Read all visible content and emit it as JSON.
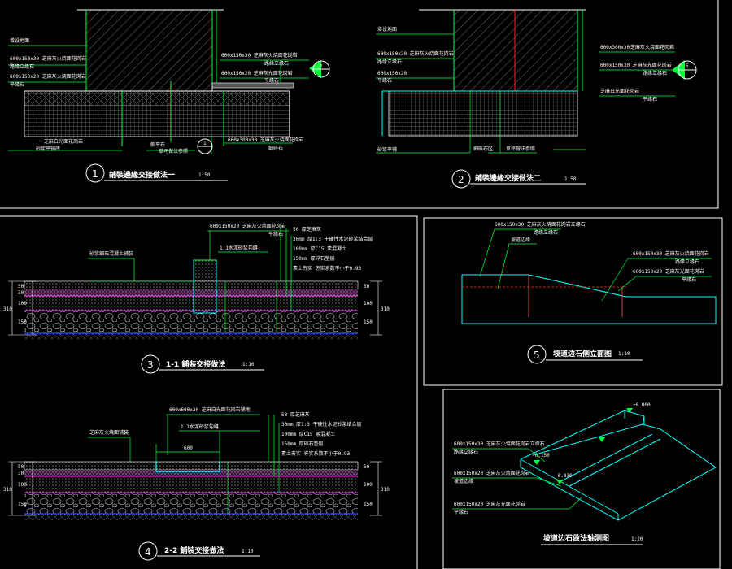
{
  "colors": {
    "bg": "#000000",
    "line": "#ffffff",
    "green": "#00ff3a",
    "cyan": "#00ffff",
    "magenta": "#ff33ff",
    "blue": "#1e3cff",
    "red": "#ff2020",
    "yellow": "#ffff44",
    "hatch": "#9a9a9a"
  },
  "detail1": {
    "num": "1",
    "title": "鋪裝邊緣交接做法一",
    "scale": "1:50",
    "labels": {
      "l1": "增设地面",
      "l2": "600x150x30 芝麻灰火烧面花岗岩",
      "l3": "路缘立缘石",
      "l4": "600x150x20 芝麻灰火烧面花岗岩",
      "l5": "平缘石",
      "l6": "芝麻白光面花岗岩",
      "l7": "600x300x30 芝麻灰火烧面花岗岩",
      "l8": "600x150x20 芝麻灰光面花岗岩",
      "l9": "砂浆平铺砖",
      "l10": "侧平石",
      "l11": "细碎石",
      "l12": "草坪做法参照",
      "l13": "600x150x30 芝麻灰火烧面花岗岩",
      "l14": "平缘石"
    },
    "section_ref": "5",
    "sub_ref": "1"
  },
  "detail2": {
    "num": "2",
    "title": "鋪裝邊緣交接做法二",
    "scale": "1:50",
    "labels": {
      "l1": "增设地面",
      "l2": "600x150x30 芝麻灰火烧面花岗岩",
      "l3": "路缘立缘石",
      "l4": "600x150x20",
      "l5": "平缘石",
      "l6": "芝麻灰火烧面花岗岩",
      "l7": "600x300x30",
      "l8": "芝麻白光面花岗岩",
      "l9": "600x150x30 芝麻灰光面花岗岩",
      "l10": "砂浆平铺",
      "l11": "草坪做法参照",
      "l12": "细砾石区"
    },
    "section_ref": "5"
  },
  "detail3": {
    "num": "3",
    "title": "1-1 鋪裝交接做法",
    "scale": "1:10",
    "labels": {
      "top": "600x150x20 芝麻灰火烧面花岗岩",
      "top2": "平缘石",
      "left": "砂浆细石混凝土铺装",
      "joint": "1:1水泥砂浆勾缝",
      "layers": [
        "50 厚芝麻灰",
        "30mm 厚1:3 干硬性水泥砂浆结合层",
        "100mm 厚C15 素混凝土",
        "150mm 厚碎石垫层",
        "素土夯实 夯实系数不小于0.93"
      ],
      "dims": [
        "50",
        "30",
        "100",
        "150",
        "310"
      ]
    }
  },
  "detail4": {
    "num": "4",
    "title": "2-2 鋪裝交接做法",
    "scale": "1:10",
    "labels": {
      "top": "600x600x30 芝麻白光面花岗岩铺地",
      "left": "芝麻灰火烧面铺装",
      "joint": "1:1水泥砂浆勾缝",
      "span": "600",
      "layers": [
        "50 厚芝麻灰",
        "30mm 厚1:3 干硬性水泥砂浆结合层",
        "100mm 厚C15 素混凝土",
        "150mm 厚碎石垫层",
        "素土夯实 夯实系数不小于0.93"
      ],
      "dims": [
        "50",
        "30",
        "100",
        "150",
        "310"
      ]
    }
  },
  "detail5": {
    "num": "5",
    "title": "坡道边石侧立面图",
    "scale": "1:10",
    "labels": {
      "a": "600x150x30 芝麻灰火烧面花岗岩立缘石",
      "a2": "路缘立缘石",
      "b": "坡道边缘",
      "c": "600x150x30 芝麻灰火烧面花岗岩",
      "c2": "路缘立缘石",
      "d": "600x150x20 芝麻灰光面花岗岩",
      "d2": "平缘石"
    }
  },
  "detail6": {
    "title": "坡道边石做法轴测图",
    "scale": "1:20",
    "labels": {
      "a": "600x150x30 芝麻灰火烧面花岗岩立缘石",
      "a2": "路缘立缘石",
      "b": "600x150x20 芝麻灰火烧面花岗岩",
      "b2": "坡道边缘",
      "c": "600x150x20 芝麻灰光面花岗岩",
      "c2": "平缘石",
      "e1": "±0.000",
      "e2": "-0.150",
      "e3": "-0.030"
    }
  }
}
